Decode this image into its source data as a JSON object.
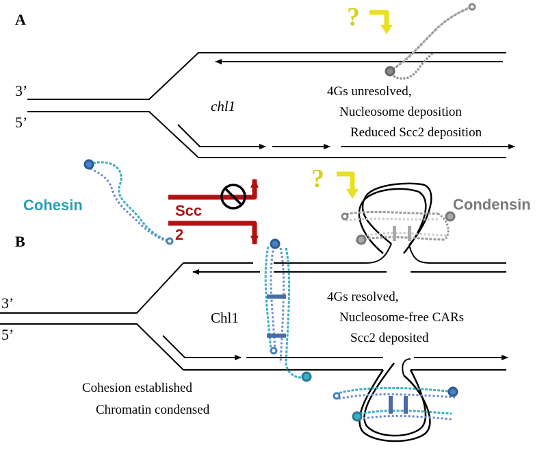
{
  "panels": {
    "a": "A",
    "b": "B"
  },
  "strands": {
    "three_prime": "3’",
    "five_prime": "5’"
  },
  "panel_a": {
    "gene": "chl1",
    "notes": [
      "4Gs unresolved,",
      "Nucleosome deposition",
      "Reduced Scc2 deposition"
    ],
    "question": "?"
  },
  "panel_b": {
    "gene": "Chl1",
    "notes": [
      "4Gs resolved,",
      "Nucleosome-free CARs",
      "Scc2 deposited"
    ],
    "outcome": [
      "Cohesion established",
      "Chromatin condensed"
    ],
    "question": "?"
  },
  "proteins": {
    "cohesin": "Cohesin",
    "condensin": "Condensin",
    "scc_line1": "Scc",
    "scc_line2": "2"
  },
  "colors": {
    "dna": "#000000",
    "cohesin": "#2a9db1",
    "cohesin_dark": "#3a6aa8",
    "condensin": "#888888",
    "scc2": "#b01212",
    "question": "#d8d020",
    "bar": "#4a6aa8"
  },
  "icons": [
    "question-mark-icon",
    "yellow-arrow-icon",
    "prohibition-icon",
    "red-arrow-icon"
  ]
}
